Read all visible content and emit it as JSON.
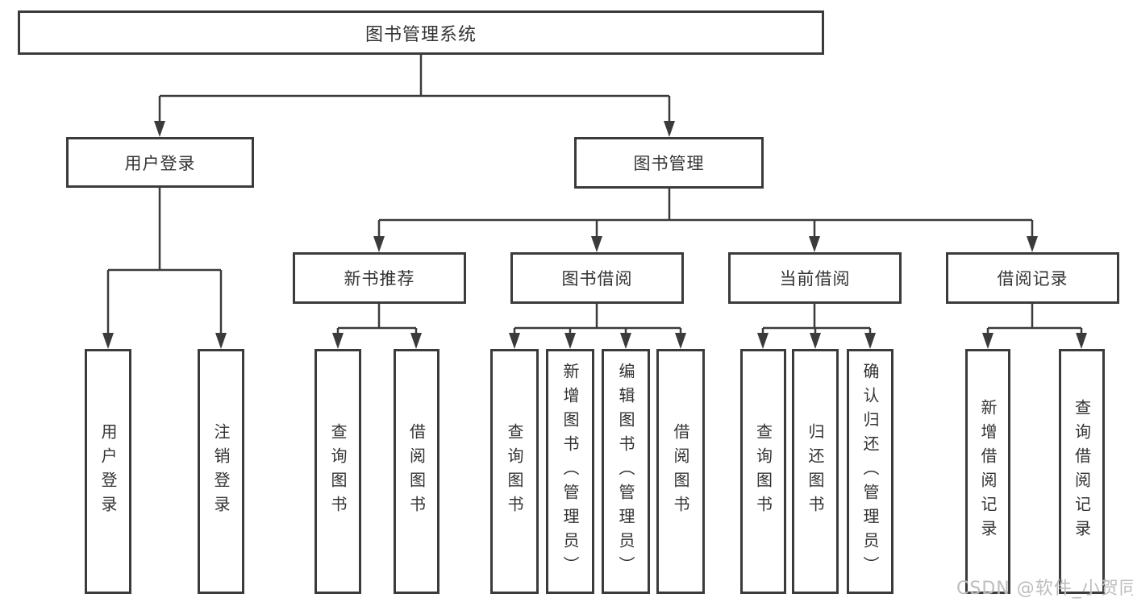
{
  "diagram": {
    "root": {
      "label": "图书管理系统"
    },
    "level2": [
      {
        "id": "user-login",
        "label": "用户登录"
      },
      {
        "id": "book-management",
        "label": "图书管理"
      }
    ],
    "level3": [
      {
        "id": "new-book-recommend",
        "label": "新书推荐",
        "parent": "book-management"
      },
      {
        "id": "book-borrow",
        "label": "图书借阅",
        "parent": "book-management"
      },
      {
        "id": "current-borrow",
        "label": "当前借阅",
        "parent": "book-management"
      },
      {
        "id": "borrow-records",
        "label": "借阅记录",
        "parent": "book-management"
      }
    ],
    "leaves": [
      {
        "id": "user-login-leaf",
        "label": "用户登录",
        "parent": "user-login"
      },
      {
        "id": "logout",
        "label": "注销登录",
        "parent": "user-login"
      },
      {
        "id": "nbr-query-books",
        "label": "查询图书",
        "parent": "new-book-recommend"
      },
      {
        "id": "nbr-borrow-books",
        "label": "借阅图书",
        "parent": "new-book-recommend"
      },
      {
        "id": "bb-query-books",
        "label": "查询图书",
        "parent": "book-borrow"
      },
      {
        "id": "bb-add-books-admin",
        "label": "新增图书（管理员）",
        "parent": "book-borrow"
      },
      {
        "id": "bb-edit-books-admin",
        "label": "编辑图书（管理员）",
        "parent": "book-borrow"
      },
      {
        "id": "bb-borrow-books",
        "label": "借阅图书",
        "parent": "book-borrow"
      },
      {
        "id": "cb-query-books",
        "label": "查询图书",
        "parent": "current-borrow"
      },
      {
        "id": "cb-return-books",
        "label": "归还图书",
        "parent": "current-borrow"
      },
      {
        "id": "cb-confirm-return-admin",
        "label": "确认归还（管理员）",
        "parent": "current-borrow"
      },
      {
        "id": "br-add-record",
        "label": "新增借阅记录",
        "parent": "borrow-records"
      },
      {
        "id": "br-query-record",
        "label": "查询借阅记录",
        "parent": "borrow-records"
      }
    ],
    "line_color": "#3b3b3b",
    "box_background": "#ffffff",
    "text_color": "#333333"
  },
  "watermark": {
    "text": "CSDN @软件_小贺同学"
  }
}
